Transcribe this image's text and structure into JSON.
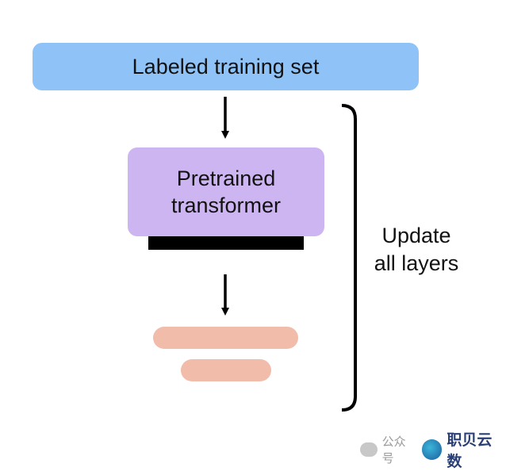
{
  "diagram": {
    "training_set": {
      "label": "Labeled training set",
      "color": "#8fc3f7"
    },
    "transformer": {
      "line1": "Pretrained",
      "line2": "transformer",
      "color": "#cdb5f2"
    },
    "output_layers_color": "#f2bcab",
    "update_label": {
      "line1": "Update",
      "line2": "all layers"
    }
  },
  "watermark": {
    "prefix": "公众号",
    "brand": "职贝云数"
  }
}
